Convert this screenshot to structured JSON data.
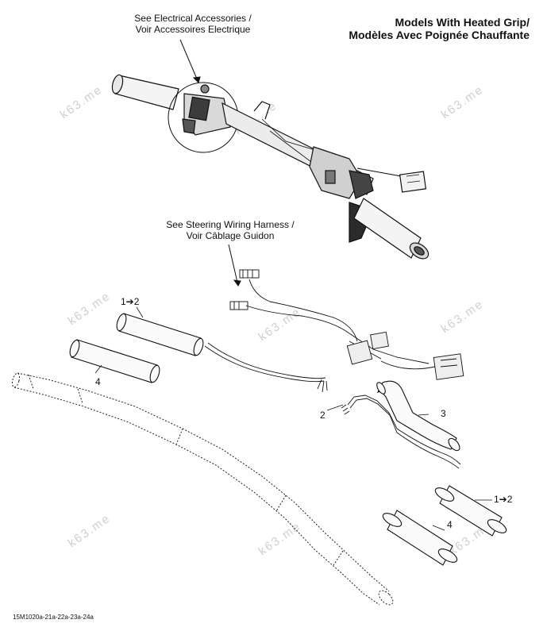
{
  "title": {
    "line1": "Models With Heated Grip/",
    "line2": "Modèles Avec Poignée Chauffante"
  },
  "callouts": {
    "electrical": {
      "line1": "See Electrical Accessories /",
      "line2": "Voir Accessoires Electrique"
    },
    "harness": {
      "line1": "See Steering Wiring Harness /",
      "line2": "Voir Câblage Guidon"
    }
  },
  "refs": {
    "grip_left_top": "1➔2",
    "grip_left_bottom": "4",
    "connector": "2",
    "wire": "3",
    "grip_right_top": "1➔2",
    "grip_right_bottom": "4"
  },
  "watermark": "k63.me",
  "part_number": "15M1020a-21a-22a-23a-24a"
}
